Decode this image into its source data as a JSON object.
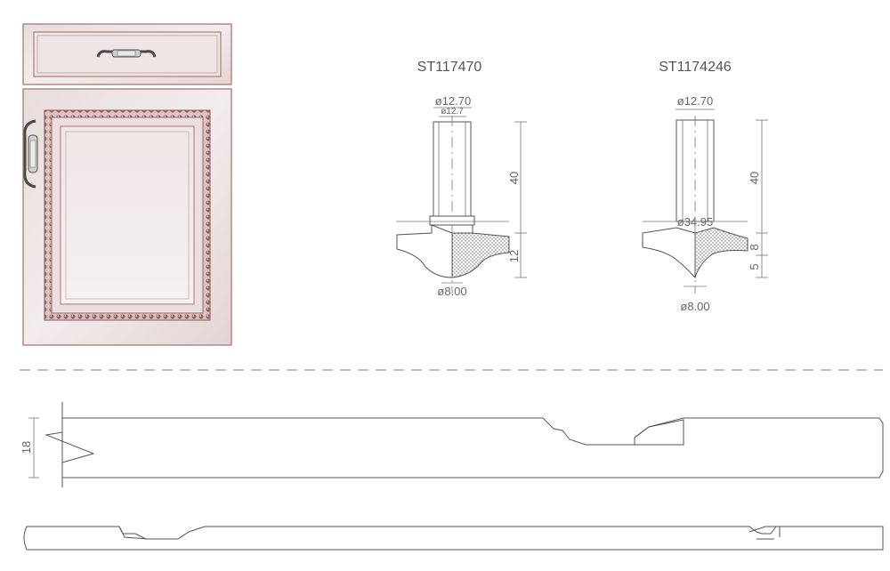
{
  "bits": [
    {
      "title": "ST117470",
      "shank_dia_label": "ø12.70",
      "shank_inner_label": "ø12.7",
      "bearing_dia_label": "ø8.00",
      "shank_length_label": "40",
      "cut_height_label": "12"
    },
    {
      "title": "ST1174246",
      "shank_dia_label": "ø12.70",
      "cut_dia_label": "ø34.95",
      "bearing_dia_label": "ø8.00",
      "shank_length_label": "40",
      "upper_height_label": "8",
      "lower_height_label": "5"
    }
  ],
  "panel": {
    "thickness_label": "18"
  },
  "colors": {
    "door_face": "#eadfdf",
    "door_edge": "#b98c8c",
    "bead": "#8f5a5a",
    "line": "#555555",
    "divider": "#9a9a9a"
  }
}
